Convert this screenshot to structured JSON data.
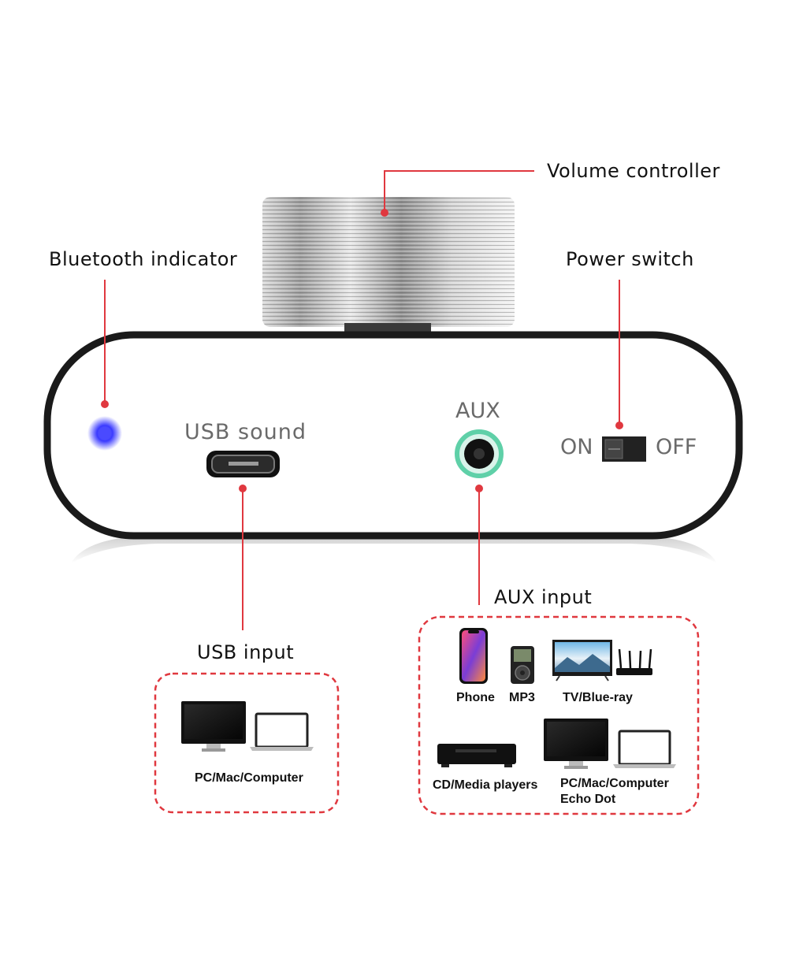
{
  "callouts": {
    "volume": "Volume controller",
    "bluetooth": "Bluetooth indicator",
    "power": "Power switch",
    "aux_input": "AUX input",
    "usb_input": "USB input"
  },
  "panel": {
    "usb_sound": "USB sound",
    "aux": "AUX",
    "on": "ON",
    "off": "OFF"
  },
  "usb_box": {
    "caption": "PC/Mac/Computer",
    "icons": [
      "desktop-monitor-icon",
      "laptop-icon"
    ]
  },
  "aux_box": {
    "phone": "Phone",
    "mp3": "MP3",
    "tv": "TV/Blue-ray",
    "cd": "CD/Media players",
    "pc_line1": "PC/Mac/Computer",
    "pc_line2": "Echo Dot",
    "icons": [
      "smartphone-icon",
      "mp3-player-icon",
      "tv-icon",
      "router-icon",
      "media-player-icon",
      "desktop-monitor-icon",
      "laptop-icon"
    ]
  },
  "colors": {
    "accent_red": "#e0383f",
    "bluetooth_led": "#3a3aff",
    "aux_ring": "#5fd0a8",
    "panel_outline": "#1a1a1a"
  }
}
